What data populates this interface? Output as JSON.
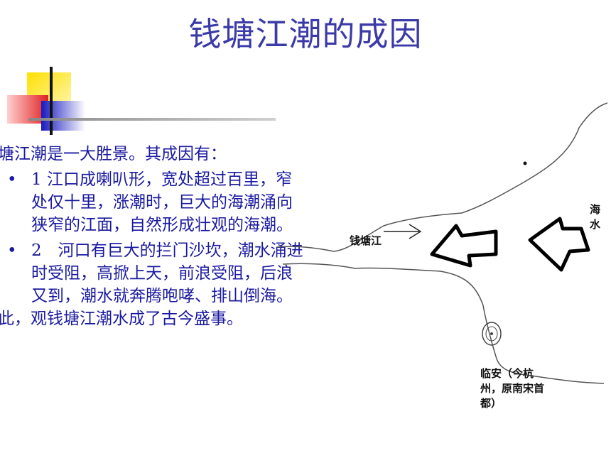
{
  "title": "钱塘江潮的成因",
  "content": {
    "intro": "钱塘江潮是一大胜景。其成因有：",
    "bullets": [
      {
        "marker": "•",
        "text": "1 江口成喇叭形，宽处超过百里，窄处仅十里，涨潮时，巨大的海潮涌向狭窄的江面，自然形成壮观的海潮。"
      },
      {
        "marker": "•",
        "text": "2　河口有巨大的拦门沙坎，潮水涌进时受阻，高掀上天，前浪受阻，后浪又到，潮水就奔腾咆哮、排山倒海。"
      }
    ],
    "conclusion": "因此，观钱塘江潮水成了古今盛事。"
  },
  "map": {
    "label_river": "钱塘江",
    "label_sea": "海水",
    "label_city": "临安（今杭州，原南宋首都）"
  },
  "colors": {
    "title": "#3a3aa8",
    "text": "#1a1aa0",
    "deco_yellow": "#f5c800",
    "deco_red": "#e03030",
    "deco_blue": "#2828c8"
  }
}
